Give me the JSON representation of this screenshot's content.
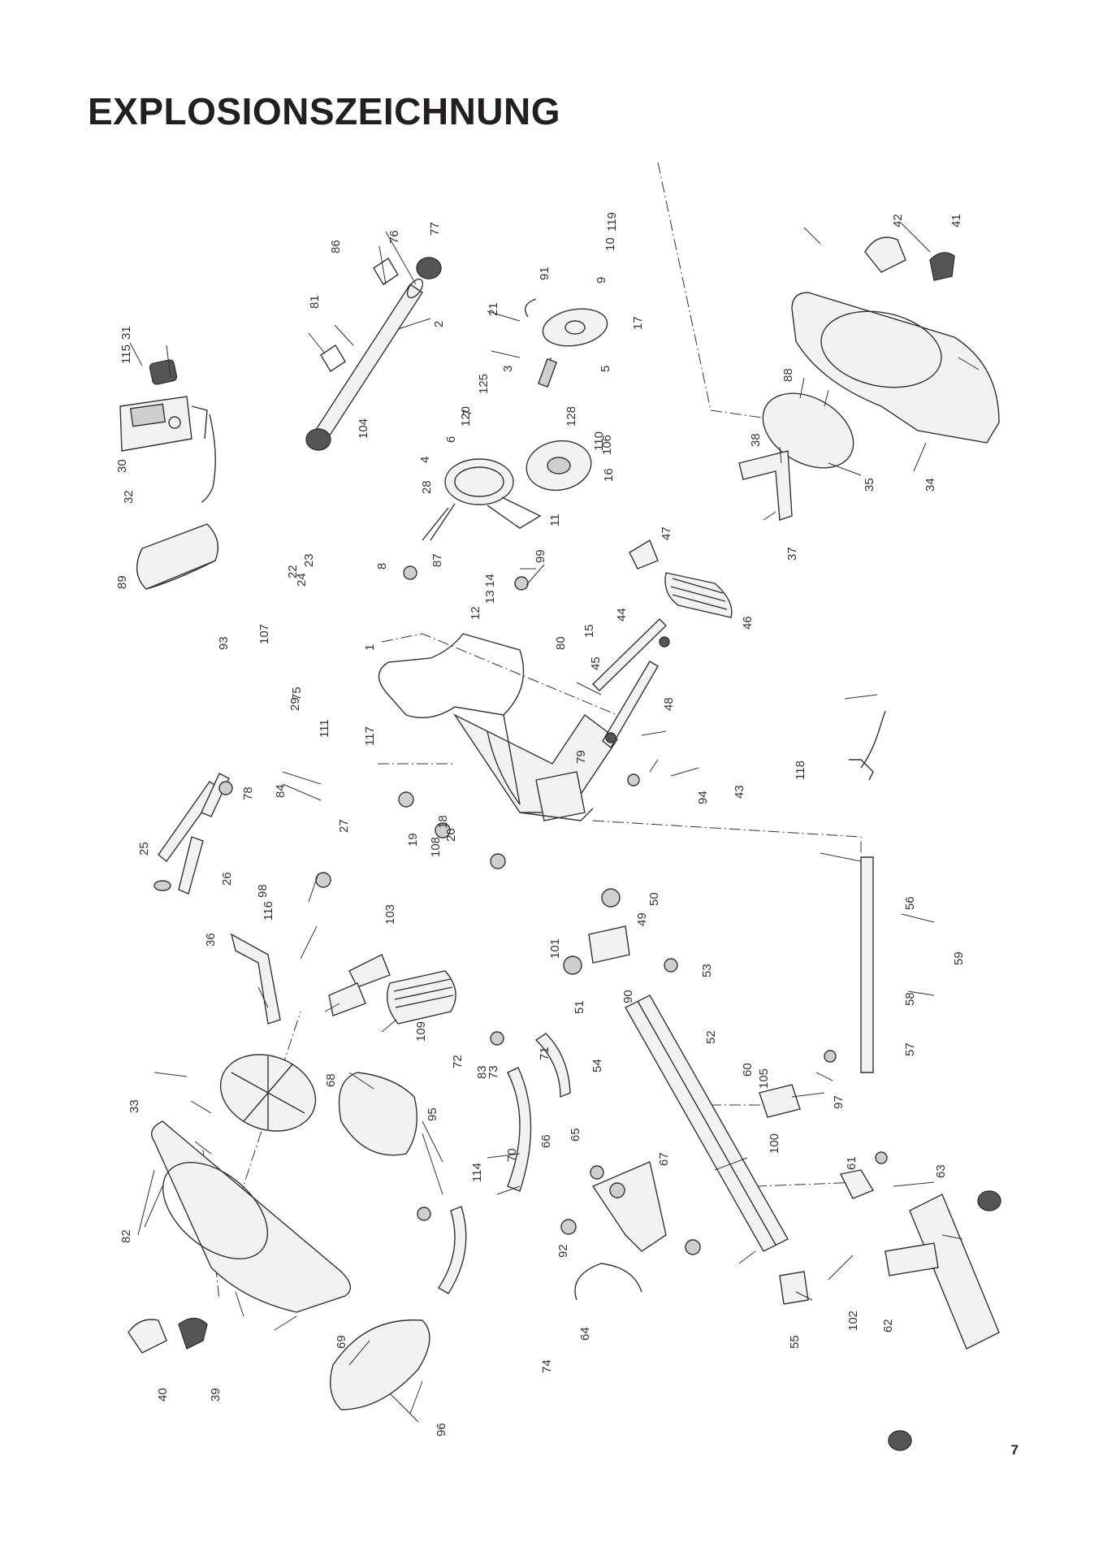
{
  "title": "EXPLOSIONSZEICHNUNG",
  "page_number": "7",
  "diagram": {
    "part_numbers": [
      "1",
      "2",
      "3",
      "4",
      "5",
      "6",
      "7",
      "8",
      "9",
      "10",
      "11",
      "12",
      "13",
      "14",
      "15",
      "16",
      "17",
      "18",
      "19",
      "20",
      "21",
      "22",
      "23",
      "24",
      "25",
      "26",
      "27",
      "28",
      "29",
      "30",
      "31",
      "32",
      "33",
      "34",
      "35",
      "36",
      "37",
      "38",
      "39",
      "40",
      "41",
      "42",
      "43",
      "44",
      "45",
      "46",
      "47",
      "48",
      "49",
      "50",
      "51",
      "52",
      "53",
      "54",
      "55",
      "56",
      "57",
      "58",
      "59",
      "60",
      "61",
      "62",
      "63",
      "64",
      "65",
      "66",
      "67",
      "68",
      "69",
      "70",
      "71",
      "72",
      "73",
      "74",
      "75",
      "76",
      "77",
      "78",
      "79",
      "80",
      "81",
      "82",
      "83",
      "84",
      "86",
      "87",
      "88",
      "89",
      "90",
      "91",
      "92",
      "93",
      "94",
      "95",
      "96",
      "97",
      "98",
      "99",
      "100",
      "101",
      "102",
      "103",
      "104",
      "105",
      "106",
      "107",
      "108",
      "109",
      "110",
      "111",
      "114",
      "115",
      "116",
      "117",
      "118",
      "119",
      "120",
      "125",
      "128"
    ]
  }
}
